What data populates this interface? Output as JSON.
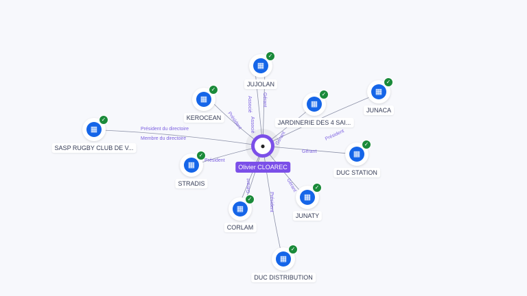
{
  "center": {
    "name": "Olivier CLOAREC"
  },
  "nodes": [
    {
      "name": "JUJOLAN"
    },
    {
      "name": "KEROCEAN"
    },
    {
      "name": "JARDINERIE DES 4 SAI..."
    },
    {
      "name": "JUNACA"
    },
    {
      "name": "SASP RUGBY CLUB DE V..."
    },
    {
      "name": "DUC STATION"
    },
    {
      "name": "STRADIS"
    },
    {
      "name": "JUNATY"
    },
    {
      "name": "CORLAM"
    },
    {
      "name": "DUC DISTRIBUTION"
    }
  ],
  "edge_labels": {
    "jujolan_a": "Associé",
    "jujolan_g": "Gérant",
    "kerocean": "Président",
    "sasp_p": "Président du directoire",
    "sasp_m": "Membre du directoire",
    "stradis": "Président",
    "corlam_a": "Associé",
    "corlam_g": "Gérant",
    "ducdist": "Président",
    "junaty": "Gérant",
    "ducstation": "Gérant",
    "jardinerie": "Gérant",
    "junaca": "Président"
  },
  "colors": {
    "accent": "#7b4fe8",
    "company": "#1565e8",
    "verified": "#1a8a3a"
  }
}
